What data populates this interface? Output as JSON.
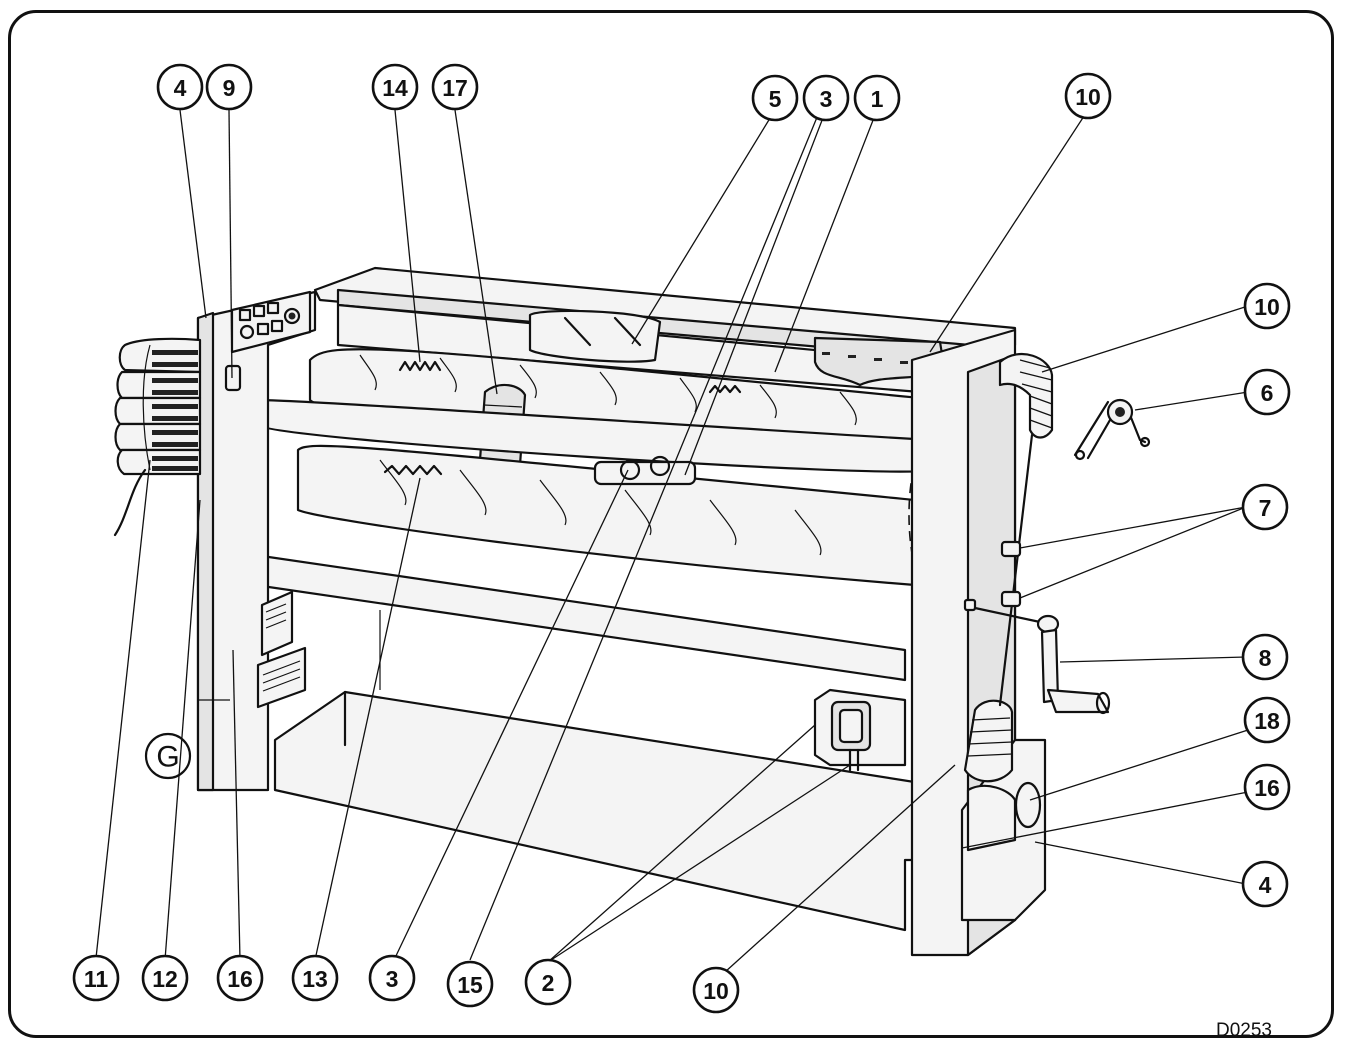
{
  "drawing_ref": "D0253",
  "symbol_label": "G",
  "callouts": [
    {
      "id": "c4a",
      "label": "4"
    },
    {
      "id": "c9",
      "label": "9"
    },
    {
      "id": "c14",
      "label": "14"
    },
    {
      "id": "c17",
      "label": "17"
    },
    {
      "id": "c5",
      "label": "5"
    },
    {
      "id": "c3a",
      "label": "3"
    },
    {
      "id": "c1",
      "label": "1"
    },
    {
      "id": "c10a",
      "label": "10"
    },
    {
      "id": "c10b",
      "label": "10"
    },
    {
      "id": "c6",
      "label": "6"
    },
    {
      "id": "c7",
      "label": "7"
    },
    {
      "id": "c8",
      "label": "8"
    },
    {
      "id": "c18",
      "label": "18"
    },
    {
      "id": "c16a",
      "label": "16"
    },
    {
      "id": "c4b",
      "label": "4"
    },
    {
      "id": "c11",
      "label": "11"
    },
    {
      "id": "c12",
      "label": "12"
    },
    {
      "id": "c16b",
      "label": "16"
    },
    {
      "id": "c13",
      "label": "13"
    },
    {
      "id": "c3b",
      "label": "3"
    },
    {
      "id": "c15",
      "label": "15"
    },
    {
      "id": "c2",
      "label": "2"
    },
    {
      "id": "c10c",
      "label": "10"
    }
  ]
}
